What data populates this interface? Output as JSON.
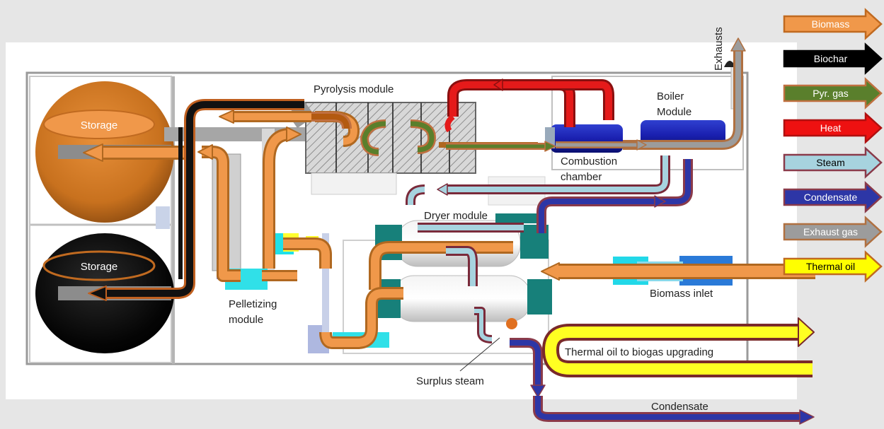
{
  "modules": {
    "pyrolysis": "Pyrolysis module",
    "boiler_line1": "Boiler",
    "boiler_line2": "Module",
    "combustion_line1": "Combustion",
    "combustion_line2": "chamber",
    "dryer": "Dryer module",
    "pelletizing_line1": "Pelletizing",
    "pelletizing_line2": "module",
    "storage_top": "Storage",
    "storage_bottom": "Storage"
  },
  "flows": {
    "exhausts": "Exhausts",
    "biomass_inlet": "Biomass inlet",
    "thermal_oil_out": "Thermal oil to biogas upgrading",
    "surplus_steam": "Surplus steam",
    "condensate_out": "Condensate"
  },
  "legend": [
    {
      "label": "Biomass",
      "fill": "#f0984a",
      "border": "#c06a20",
      "text": "#ffffff"
    },
    {
      "label": "Biochar",
      "fill": "#000000",
      "border": "#000000",
      "text": "#ffffff"
    },
    {
      "label": "Pyr. gas",
      "fill": "#5a7f2c",
      "border": "#c07040",
      "text": "#ffffff"
    },
    {
      "label": "Heat",
      "fill": "#ee1111",
      "border": "#b01010",
      "text": "#ffffff"
    },
    {
      "label": "Steam",
      "fill": "#a7d3df",
      "border": "#8a3a4a",
      "text": "#000000"
    },
    {
      "label": "Condensate",
      "fill": "#2d36a6",
      "border": "#8a3a4a",
      "text": "#ffffff"
    },
    {
      "label": "Exhaust gas",
      "fill": "#9c9c9c",
      "border": "#b07040",
      "text": "#ffffff"
    },
    {
      "label": "Thermal oil",
      "fill": "#ffff00",
      "border": "#c06a20",
      "text": "#000000"
    }
  ],
  "colors": {
    "biomass": "#f0984a",
    "biochar": "#111111",
    "pyr_gas": "#5a7f2c",
    "heat": "#e51a1a",
    "steam": "#a7d3df",
    "condensate": "#2d36a6",
    "exhaust": "#9c9c9c",
    "thermal_oil": "#ffff22",
    "outline": "#8a3a3a"
  }
}
